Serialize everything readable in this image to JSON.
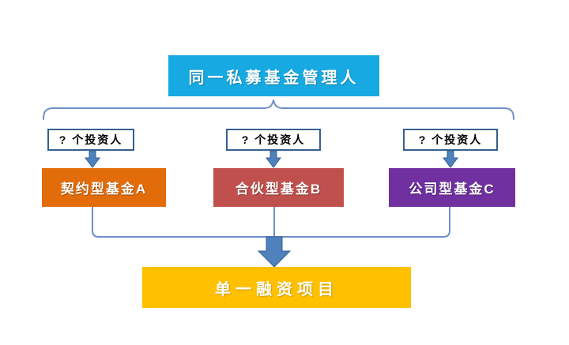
{
  "colors": {
    "manager_color": "#17a9e2",
    "contract_color": "#e36c0a",
    "partnership_color": "#c0504d",
    "corporate_color": "#7030a0",
    "project_color": "#ffc000",
    "line_color": "#6d8fc9",
    "arrow_color": "#4f81bd",
    "arrow_border_color": "#365f91",
    "box_border_color": "#365f91"
  },
  "diagram": {
    "manager": {
      "label": "同一私募基金管理人"
    },
    "funds": [
      {
        "investors_label": "? 个投资人",
        "label": "契约型基金A",
        "color": "#e36c0a"
      },
      {
        "investors_label": "? 个投资人",
        "label": "合伙型基金B",
        "color": "#c0504d"
      },
      {
        "investors_label": "? 个投资人",
        "label": "公司型基金C",
        "color": "#7030a0"
      }
    ],
    "project": {
      "label": "单一融资项目"
    }
  }
}
